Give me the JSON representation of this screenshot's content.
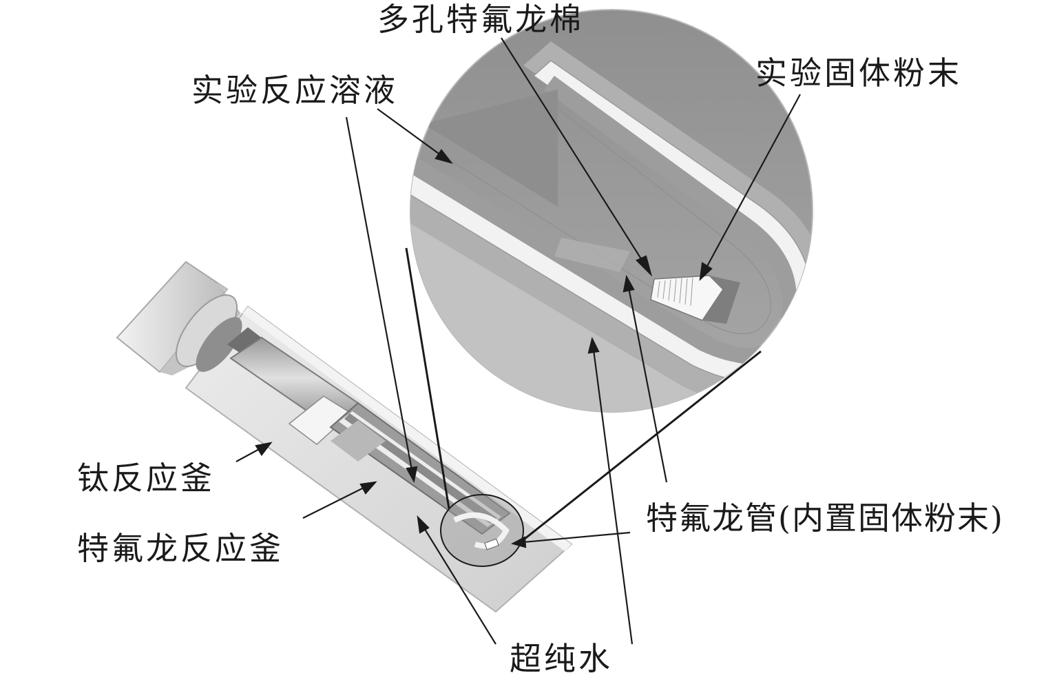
{
  "labels": {
    "porous_ptfe_wool": "多孔特氟龙棉",
    "reaction_solution": "实验反应溶液",
    "solid_powder": "实验固体粉末",
    "titanium_reactor": "钛反应釜",
    "ptfe_reactor": "特氟龙反应釜",
    "ptfe_tube": "特氟龙管(内置固体粉末)",
    "ultrapure_water": "超纯水"
  },
  "colors": {
    "background": "#ffffff",
    "outline": "#1a1a1a",
    "metal_light": "#e6e6e6",
    "metal_mid": "#c9c9c9",
    "liquid_dark": "#8c8c8c",
    "liquid_mid": "#a6a6a6",
    "ptfe_white": "#f4f4f4"
  }
}
